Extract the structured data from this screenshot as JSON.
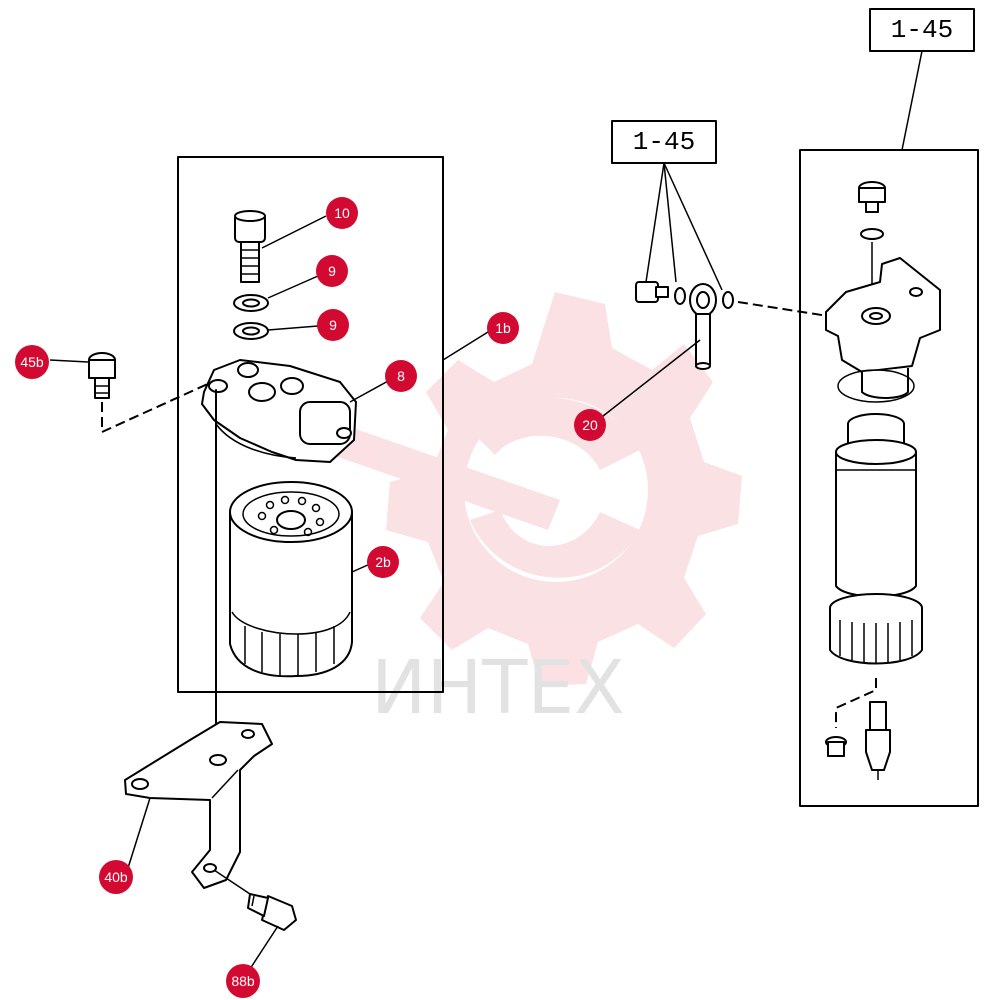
{
  "watermark": {
    "text": "ИНТЕХ",
    "color": "#f7c9cd"
  },
  "callout_color": "#d20a32",
  "callouts": [
    {
      "id": "10",
      "label": "10"
    },
    {
      "id": "9a",
      "label": "9"
    },
    {
      "id": "9b",
      "label": "9"
    },
    {
      "id": "8",
      "label": "8"
    },
    {
      "id": "1b",
      "label": "1b"
    },
    {
      "id": "2b",
      "label": "2b"
    },
    {
      "id": "45b",
      "label": "45b"
    },
    {
      "id": "20",
      "label": "20"
    },
    {
      "id": "40b",
      "label": "40b"
    },
    {
      "id": "88b",
      "label": "88b"
    }
  ],
  "references": [
    {
      "id": "ref-top",
      "label": "1-45"
    },
    {
      "id": "ref-mid",
      "label": "1-45"
    }
  ]
}
